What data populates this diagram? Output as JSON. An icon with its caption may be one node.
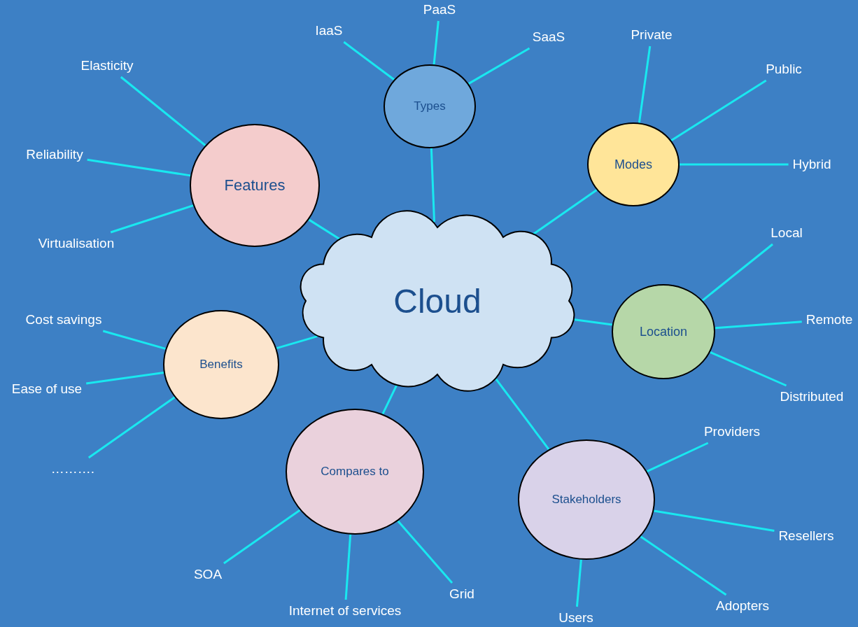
{
  "diagram": {
    "nodes": [
      {
        "text": [
          "Cloud"
        ]
      },
      {
        "text": [
          "Types"
        ]
      },
      {
        "text": [
          "IaaS"
        ]
      },
      {
        "text": [
          "PaaS"
        ]
      },
      {
        "text": [
          "SaaS"
        ]
      },
      {
        "text": [
          "Modes"
        ]
      },
      {
        "text": [
          "Private"
        ]
      },
      {
        "text": [
          "Public"
        ]
      },
      {
        "text": [
          "Hybrid"
        ]
      },
      {
        "text": [
          "Location"
        ]
      },
      {
        "text": [
          "Local"
        ]
      },
      {
        "text": [
          "Remote"
        ]
      },
      {
        "text": [
          "Distributed"
        ]
      },
      {
        "text": [
          "Stakeholders"
        ]
      },
      {
        "text": [
          "Providers"
        ]
      },
      {
        "text": [
          "Resellers"
        ]
      },
      {
        "text": [
          "Adopters"
        ]
      },
      {
        "text": [
          "Users"
        ]
      },
      {
        "text": [
          "Compares to"
        ]
      },
      {
        "text": [
          "SOA"
        ]
      },
      {
        "text": [
          "Internet of services"
        ]
      },
      {
        "text": [
          "Grid"
        ]
      },
      {
        "text": [
          "Benefits"
        ]
      },
      {
        "text": [
          "Cost savings"
        ]
      },
      {
        "text": [
          "Ease of use"
        ]
      },
      {
        "text": [
          "………."
        ]
      },
      {
        "text": [
          "Features"
        ]
      },
      {
        "text": [
          "Elasticity"
        ]
      },
      {
        "text": [
          "Reliability"
        ]
      },
      {
        "text": [
          "Virtualisation"
        ]
      }
    ],
    "edges": [
      {
        "from": 0,
        "to": 1,
        "arrow": "none"
      },
      {
        "from": 0,
        "to": 5,
        "arrow": "none"
      },
      {
        "from": 0,
        "to": 9,
        "arrow": "none"
      },
      {
        "from": 0,
        "to": 13,
        "arrow": "none"
      },
      {
        "from": 0,
        "to": 18,
        "arrow": "none"
      },
      {
        "from": 0,
        "to": 22,
        "arrow": "none"
      },
      {
        "from": 0,
        "to": 26,
        "arrow": "none"
      },
      {
        "from": 1,
        "to": 2,
        "arrow": "none"
      },
      {
        "from": 1,
        "to": 3,
        "arrow": "none"
      },
      {
        "from": 1,
        "to": 4,
        "arrow": "none"
      },
      {
        "from": 5,
        "to": 6,
        "arrow": "none"
      },
      {
        "from": 5,
        "to": 7,
        "arrow": "none"
      },
      {
        "from": 5,
        "to": 8,
        "arrow": "none"
      },
      {
        "from": 9,
        "to": 10,
        "arrow": "none"
      },
      {
        "from": 9,
        "to": 11,
        "arrow": "none"
      },
      {
        "from": 9,
        "to": 12,
        "arrow": "none"
      },
      {
        "from": 13,
        "to": 14,
        "arrow": "none"
      },
      {
        "from": 13,
        "to": 15,
        "arrow": "none"
      },
      {
        "from": 13,
        "to": 16,
        "arrow": "none"
      },
      {
        "from": 13,
        "to": 17,
        "arrow": "none"
      },
      {
        "from": 18,
        "to": 19,
        "arrow": "none"
      },
      {
        "from": 18,
        "to": 20,
        "arrow": "none"
      },
      {
        "from": 18,
        "to": 21,
        "arrow": "none"
      },
      {
        "from": 22,
        "to": 23,
        "arrow": "none"
      },
      {
        "from": 22,
        "to": 24,
        "arrow": "none"
      },
      {
        "from": 22,
        "to": 25,
        "arrow": "none"
      },
      {
        "from": 26,
        "to": 27,
        "arrow": "none"
      },
      {
        "from": 26,
        "to": 28,
        "arrow": "none"
      },
      {
        "from": 26,
        "to": 29,
        "arrow": "none"
      }
    ]
  }
}
